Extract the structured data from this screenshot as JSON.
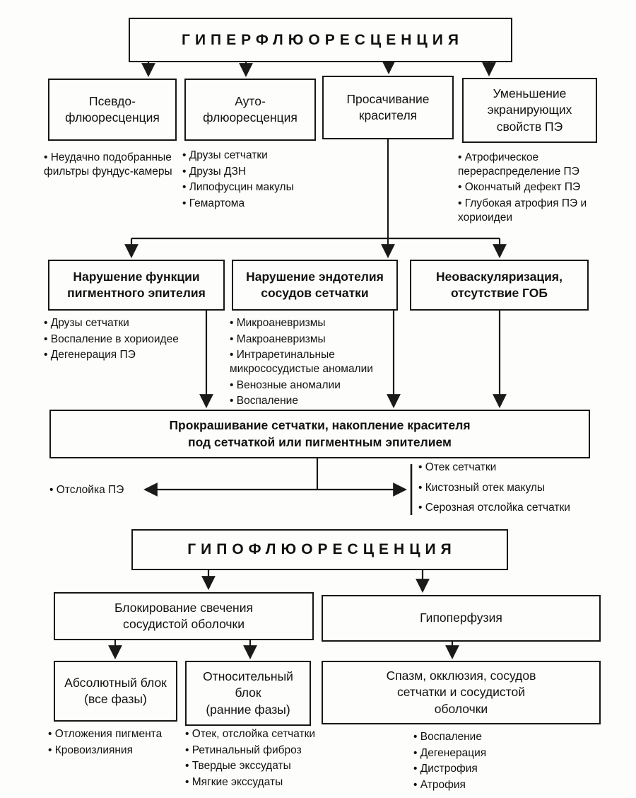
{
  "diagram": {
    "colors": {
      "line": "#1a1a1a",
      "box_border": "#171717",
      "text": "#111111",
      "background": "#fdfdfb"
    },
    "hyper": {
      "title": "ГИПЕРФЛЮОРЕСЦЕНЦИЯ",
      "causes": [
        {
          "label": "Псевдо-\nфлюоресценция",
          "bullets": [
            "Неудачно подобранные фильтры фундус-камеры"
          ]
        },
        {
          "label": "Ауто-\nфлюоресценция",
          "bullets": [
            "Друзы сетчатки",
            "Друзы ДЗН",
            "Липофусцин макулы",
            "Гемартома"
          ]
        },
        {
          "label": "Просачивание\nкрасителя",
          "bullets": []
        },
        {
          "label": "Уменьшение\nэкранирующих\nсвойств ПЭ",
          "bullets": [
            "Атрофическое перераспределение ПЭ",
            "Окончатый дефект ПЭ",
            "Глубокая атрофия ПЭ и хориоидеи"
          ]
        }
      ],
      "mechanisms": [
        {
          "label": "Нарушение функции\nпигментного эпителия",
          "bullets": [
            "Друзы сетчатки",
            "Воспаление в хориоидее",
            "Дегенерация ПЭ"
          ]
        },
        {
          "label": "Нарушение эндотелия\nсосудов сетчатки",
          "bullets": [
            "Микроаневризмы",
            "Макроаневризмы",
            "Интраретинальные микрососудистые аномалии",
            "Венозные аномалии",
            "Воспаление"
          ]
        },
        {
          "label": "Неоваскуляризация,\nотсутствие ГОБ",
          "bullets": []
        }
      ],
      "result": "Прокрашивание сетчатки, накопление красителя\nпод сетчаткой или пигментным эпителием",
      "outcome_left_bullets": [
        "Отслойка ПЭ"
      ],
      "outcome_right_bullets": [
        "Отек сетчатки",
        "Кистозный отек макулы",
        "Серозная отслойка сетчатки"
      ]
    },
    "hypo": {
      "title": "ГИПОФЛЮОРЕСЦЕНЦИЯ",
      "causes": [
        {
          "label": "Блокирование свечения\nсосудистой оболочки"
        },
        {
          "label": "Гипоперфузия"
        }
      ],
      "subtypes": [
        {
          "label": "Абсолютный блок\n(все фазы)",
          "bullets": [
            "Отложения пигмента",
            "Кровоизлияния"
          ]
        },
        {
          "label": "Относительный\nблок\n(ранние фазы)",
          "bullets": [
            "Отек, отслойка сетчатки",
            "Ретинальный фиброз",
            "Твердые экссудаты",
            "Мягкие экссудаты"
          ]
        },
        {
          "label": "Спазм, окклюзия, сосудов\nсетчатки и сосудистой\nоболочки",
          "bullets": [
            "Воспаление",
            "Дегенерация",
            "Дистрофия",
            "Атрофия"
          ]
        }
      ]
    }
  }
}
